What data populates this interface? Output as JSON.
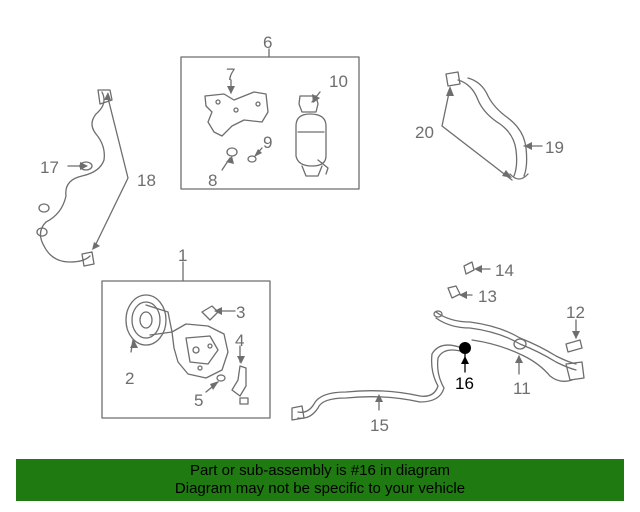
{
  "diagram": {
    "labels": {
      "l1": "1",
      "l2": "2",
      "l3": "3",
      "l4": "4",
      "l5": "5",
      "l6": "6",
      "l7": "7",
      "l8": "8",
      "l9": "9",
      "l10": "10",
      "l11": "11",
      "l12": "12",
      "l13": "13",
      "l14": "14",
      "l15": "15",
      "l16": "16",
      "l17": "17",
      "l18": "18",
      "l19": "19",
      "l20": "20"
    },
    "highlighted_part": "16",
    "colors": {
      "line": "#6e6e6e",
      "highlight": "#000000",
      "banner": "#1f7a11"
    }
  },
  "footer": {
    "line1": "Part or sub-assembly is #16 in diagram",
    "line2": "Diagram may not be specific to your vehicle"
  }
}
